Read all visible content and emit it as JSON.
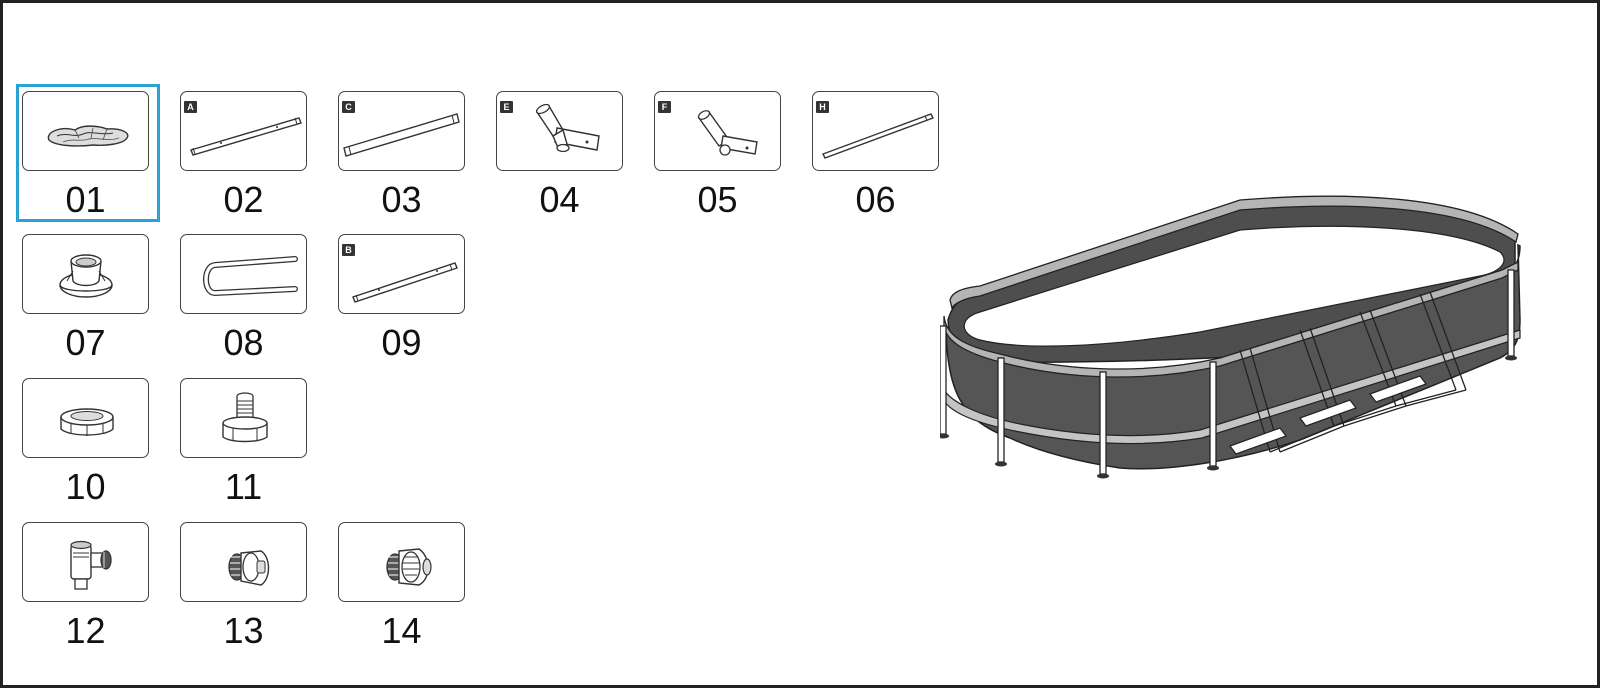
{
  "colors": {
    "selection": "#2aa2d6",
    "outline": "#444444",
    "pool_wall": "#555555",
    "pool_rail": "#b5b5b5"
  },
  "selected_part": "01",
  "parts": [
    {
      "number": "01",
      "label": "",
      "icon": "pool-liner-icon"
    },
    {
      "number": "02",
      "label": "A",
      "icon": "pole-a-icon"
    },
    {
      "number": "03",
      "label": "C",
      "icon": "pole-c-icon"
    },
    {
      "number": "04",
      "label": "E",
      "icon": "joint-e-icon"
    },
    {
      "number": "05",
      "label": "F",
      "icon": "joint-f-icon"
    },
    {
      "number": "06",
      "label": "H",
      "icon": "pole-h-icon"
    },
    {
      "number": "07",
      "label": "",
      "icon": "leg-base-icon"
    },
    {
      "number": "08",
      "label": "",
      "icon": "u-pin-icon"
    },
    {
      "number": "09",
      "label": "B",
      "icon": "pole-b-icon"
    },
    {
      "number": "10",
      "label": "",
      "icon": "nut-icon"
    },
    {
      "number": "11",
      "label": "",
      "icon": "hose-adapter-icon"
    },
    {
      "number": "12",
      "label": "",
      "icon": "drain-valve-icon"
    },
    {
      "number": "13",
      "label": "",
      "icon": "strainer-icon"
    },
    {
      "number": "14",
      "label": "",
      "icon": "inlet-fitting-icon"
    }
  ],
  "pool_icon": "assembled-pool-icon"
}
